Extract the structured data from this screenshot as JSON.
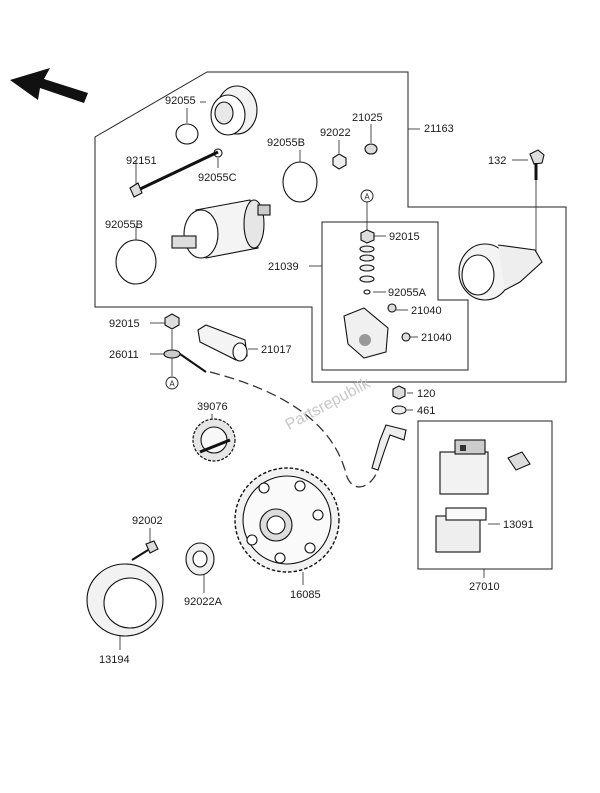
{
  "diagram": {
    "watermark": "Partsrepublik",
    "callout_letter": "A",
    "labels": {
      "p92055": "92055",
      "p92151": "92151",
      "p92055C": "92055C",
      "p92055B_left": "92055B",
      "p92055B_top": "92055B",
      "p92022": "92022",
      "p21025": "21025",
      "p21163": "21163",
      "p132": "132",
      "p21039": "21039",
      "p92015_top": "92015",
      "p92055A": "92055A",
      "p21040_a": "21040",
      "p21040_b": "21040",
      "p92015_left": "92015",
      "p26011": "26011",
      "p21017": "21017",
      "p120": "120",
      "p461": "461",
      "p39076": "39076",
      "p13091": "13091",
      "p27010": "27010",
      "p92002": "92002",
      "p92022A": "92022A",
      "p16085": "16085",
      "p13194": "13194"
    }
  }
}
